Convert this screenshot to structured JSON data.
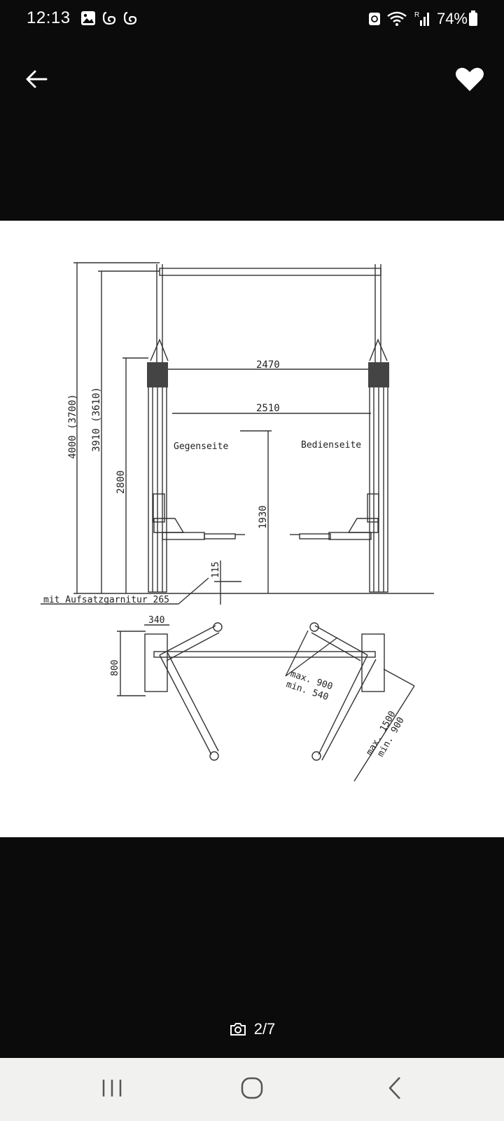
{
  "status_bar": {
    "time": "12:13",
    "battery_percent": "74%",
    "icons_left": [
      "gallery-icon",
      "thread-icon",
      "thread-icon"
    ],
    "icons_right": [
      "sync-icon",
      "wifi-icon",
      "signal-icon",
      "battery-icon"
    ]
  },
  "top_bar": {
    "back_icon": "arrow-left-icon",
    "favorite_icon": "heart-icon"
  },
  "drawing": {
    "dimensions": {
      "height_total": "4000 (3700)",
      "height_column": "3910 (3610)",
      "height_carriage": "2800",
      "width_inner": "2470",
      "width_outer": "2510",
      "lift_height": "1930",
      "min_height": "115",
      "base_width": "340",
      "base_depth": "800"
    },
    "labels": {
      "left_side": "Gegenseite",
      "right_side": "Bedienseite",
      "attachment_note": "mit Aufsatzgarnitur 265",
      "arm_short_max": "max. 900",
      "arm_short_min": "min. 540",
      "arm_long_max": "max. 1500",
      "arm_long_min": "min. 900"
    }
  },
  "gallery": {
    "camera_icon": "camera-icon",
    "counter": "2/7"
  },
  "nav_bar": {
    "recent_icon": "recent-apps-icon",
    "home_icon": "home-icon",
    "back_icon": "back-icon"
  }
}
